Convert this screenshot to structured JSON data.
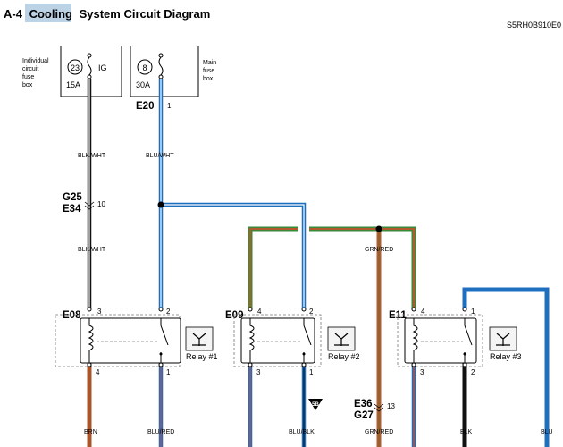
{
  "header": {
    "title_prefix": "A-4",
    "title_highlight": "Cooling",
    "title_suffix": "System Circuit Diagram",
    "code": "S5RH0B910E0"
  },
  "fuse_boxes": [
    {
      "label_lines": [
        "Individual",
        "circuit",
        "fuse",
        "box"
      ],
      "fuse_number": "23",
      "fuse_name": "IG",
      "rating": "15A"
    },
    {
      "label_lines": [
        "Main",
        "fuse",
        "box"
      ],
      "fuse_number": "8",
      "rating": "30A"
    }
  ],
  "connectors": {
    "e20": {
      "name": "E20",
      "pin": "1"
    },
    "g25_e34": {
      "name_top": "G25",
      "name_bottom": "E34",
      "pin": "10"
    },
    "e36_g27": {
      "name_top": "E36",
      "name_bottom": "G27",
      "pin": "13"
    },
    "e08": {
      "name": "E08",
      "pins": [
        "3",
        "2",
        "4",
        "1"
      ]
    },
    "e09": {
      "name": "E09",
      "pins": [
        "4",
        "2",
        "3",
        "1"
      ]
    },
    "e11": {
      "name": "E11",
      "pins": [
        "4",
        "1",
        "3",
        "2"
      ]
    }
  },
  "wires": {
    "blk_wht": "BLK/WHT",
    "blu_wht": "BLU/WHT",
    "blk_wht_2": "BLK/WHT",
    "grn_red": "GRN/RED",
    "brn": "BRN",
    "blu_red": "BLU/RED",
    "blu_blk": "BLU/BLK",
    "grn_red_bottom": "GRN/RED",
    "blk": "BLK",
    "blu": "BLU"
  },
  "relays": [
    {
      "label": "Relay #1"
    },
    {
      "label": "Relay #2"
    },
    {
      "label": "Relay #3"
    }
  ],
  "marker": {
    "label": "5B"
  },
  "colors": {
    "blk": "#111111",
    "wht": "#ffffff",
    "blu": "#1f6fbf",
    "grn": "#3a8a3a",
    "red": "#d94a2a",
    "brn": "#a8552a",
    "highlight": "#bcd3e6"
  }
}
